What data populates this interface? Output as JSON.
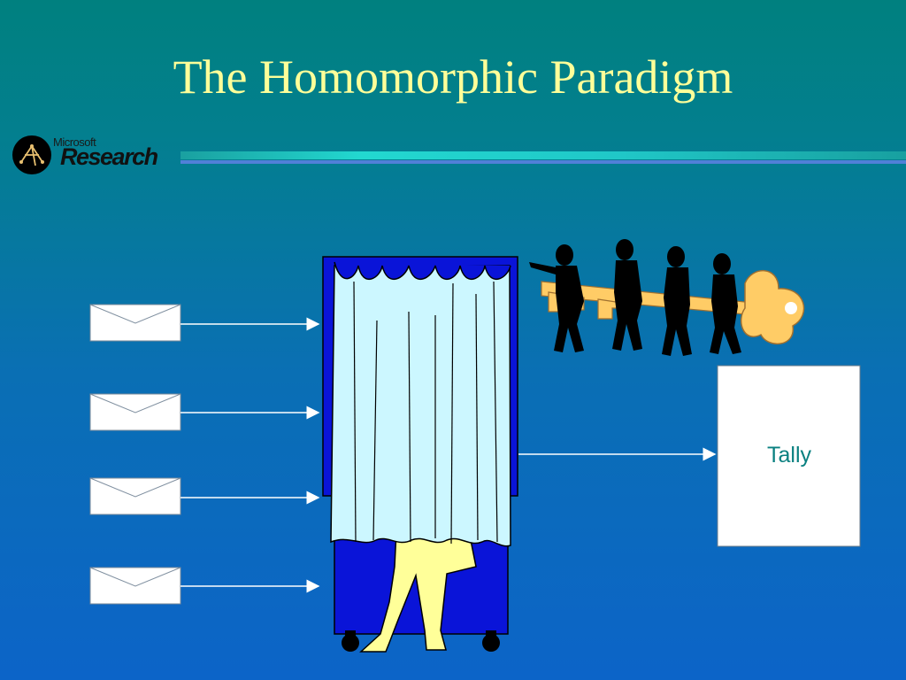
{
  "slide": {
    "title": "The Homomorphic Paradigm"
  },
  "logo": {
    "small_text": "Microsoft",
    "big_text": "Research"
  },
  "diagram": {
    "ballot_count": 4,
    "tally_label": "Tally",
    "colors": {
      "envelope": "#ffffff",
      "arrow": "#ffffff",
      "booth": "#0a14d8",
      "curtain": "#ccf7ff",
      "legs": "#ffff99",
      "key": "#ffcc66",
      "tally_box": "#ffffff"
    }
  }
}
